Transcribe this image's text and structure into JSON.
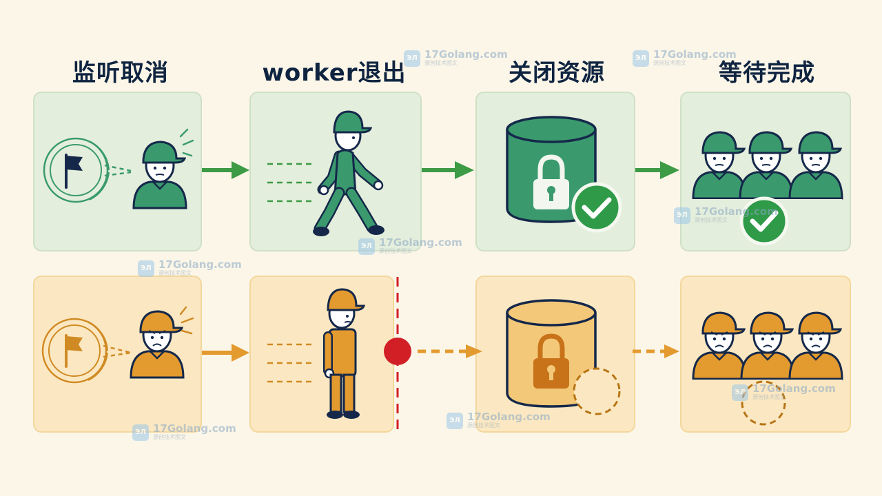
{
  "steps": [
    {
      "title": "监听取消"
    },
    {
      "title": "worker退出"
    },
    {
      "title": "关闭资源"
    },
    {
      "title": "等待完成"
    }
  ],
  "colors": {
    "green": "#3a9a6e",
    "green_arrow": "#3d9a45",
    "orange": "#e39a2e",
    "orange_dark": "#b77415",
    "red": "#d21f26",
    "navy": "#15284a",
    "check_green": "#2f9a48"
  },
  "watermark": {
    "logo": "ЭЛ",
    "site": "17Golang.com",
    "sub": "源创技术图文"
  },
  "icons": [
    "flag-icon",
    "lock-icon",
    "check-icon",
    "worker-icon",
    "database-icon",
    "stop-dot-icon"
  ]
}
